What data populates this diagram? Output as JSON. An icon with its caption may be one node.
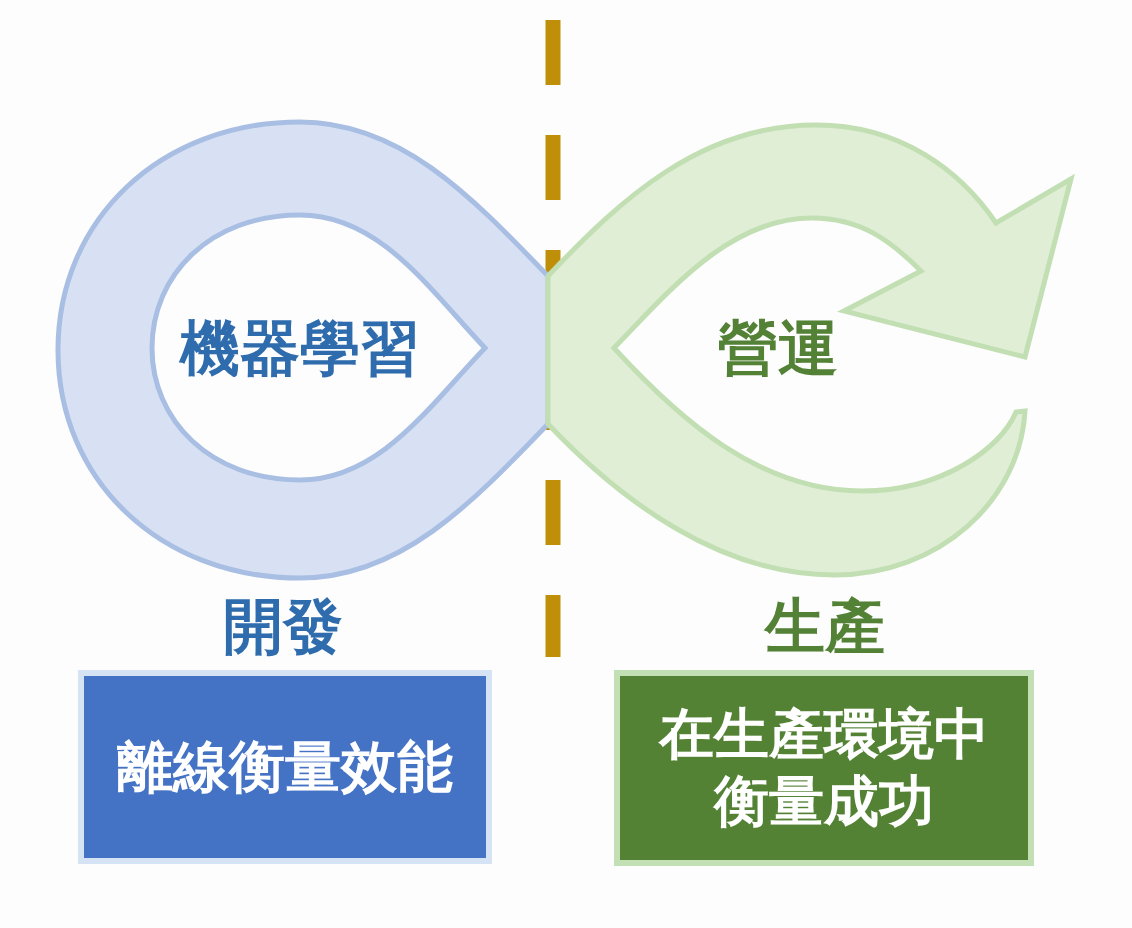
{
  "diagram": {
    "nodes": [
      {
        "text": [
          "機器學習"
        ]
      },
      {
        "text": [
          "營運"
        ]
      },
      {
        "text": [
          "離線衡量效能"
        ]
      },
      {
        "text": [
          "在生產環境中衡量成功"
        ]
      }
    ],
    "labels": [
      "開發",
      "生產"
    ]
  }
}
